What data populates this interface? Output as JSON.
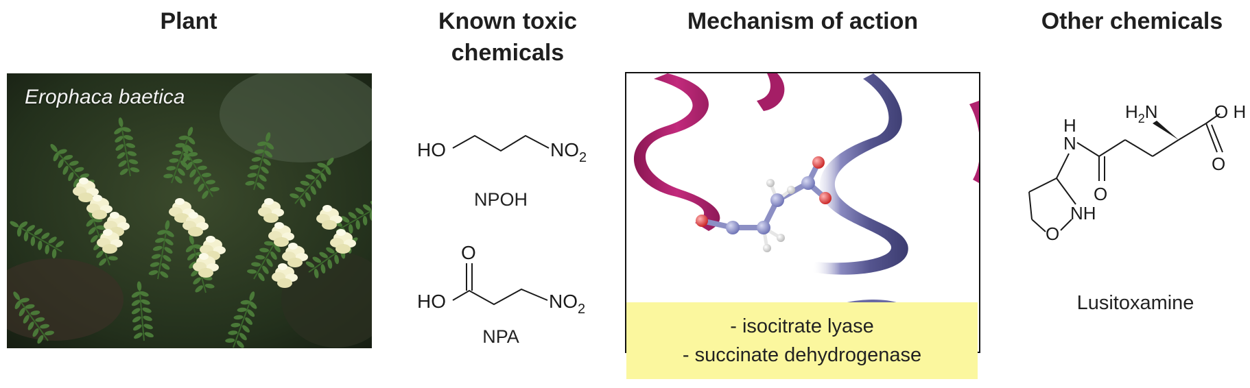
{
  "headings": {
    "plant": "Plant",
    "toxic": "Known toxic\nchemicals",
    "mechanism": "Mechanism of action",
    "other": "Other chemicals"
  },
  "plant": {
    "species": "Erophaca baetica"
  },
  "toxic_chemicals": {
    "npoh": {
      "label": "NPOH",
      "ho": "HO",
      "no2": "NO",
      "no2_sub": "2"
    },
    "npa": {
      "label": "NPA",
      "ho": "HO",
      "o": "O",
      "no2": "NO",
      "no2_sub": "2"
    }
  },
  "mechanism": {
    "targets": [
      "- isocitrate lyase",
      "- succinate dehydrogenase"
    ],
    "colors": {
      "helix_magenta": "#b0226e",
      "helix_purple": "#5a5a9a",
      "target_box": "#fbf79e"
    }
  },
  "other_chemicals": {
    "lusitoxamine": {
      "label": "Lusitoxamine",
      "h2n_h": "H",
      "h2n_sub": "2",
      "h2n_n": "N",
      "oh": "O H",
      "o_acid": "O",
      "nh_h": "H",
      "nh_n": "N",
      "o_amide": "O",
      "ring_nh": "NH",
      "ring_o": "O"
    }
  }
}
